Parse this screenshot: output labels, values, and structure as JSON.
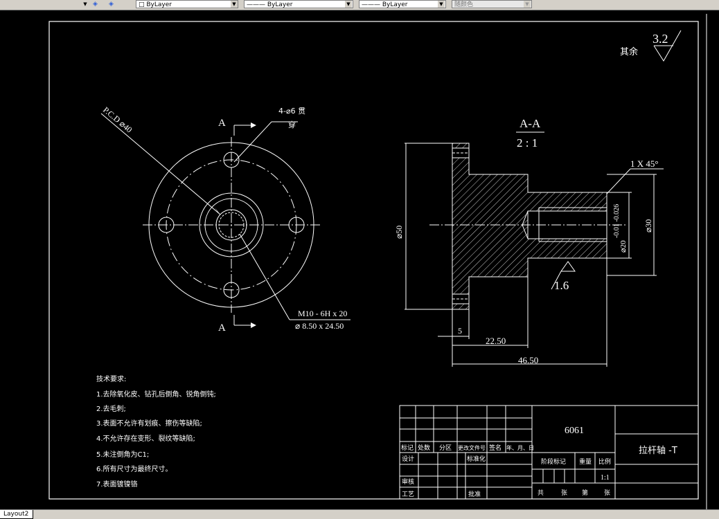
{
  "toolbar": {
    "layer_value": "ByLayer",
    "linetype_value": "ByLayer",
    "lineweight_value": "ByLayer",
    "color_value": "随颜色"
  },
  "drawing": {
    "roughness_prefix": "其余",
    "roughness_value": "3.2",
    "pcd_label": "P.C.D ⌀40",
    "holes_label_line1": "4-⌀6 贯",
    "holes_label_line2": "穿",
    "section_mark_top": "A",
    "section_mark_bottom": "A",
    "thread_label_line1": "M10 - 6H x 20",
    "thread_label_line2": "⌀ 8.50 x 24.50",
    "section_title": "A-A",
    "section_scale": "2 : 1",
    "chamfer_label": "1 X 45°",
    "dim_dia50": "⌀50",
    "dim_dia20": "⌀20",
    "dim_tol": "-0.01 -0.026",
    "dim_dia30": "⌀30",
    "surface_label": "1.6",
    "dim_5": "5",
    "dim_22": "22.50",
    "dim_46": "46.50",
    "tech_title": "技术要求:",
    "tech_items": [
      "1.去除氧化皮、钻孔后倒角、锐角倒钝;",
      "2.去毛刺;",
      "3.表面不允许有划痕、擦伤等缺陷;",
      "4.不允许存在变形、裂纹等缺陷;",
      "5.未注倒角为C1;",
      "6.所有尺寸为最终尺寸。",
      "7.表面镀镍铬"
    ]
  },
  "title_block": {
    "material": "6061",
    "part_name": "拉杆轴 -T",
    "header_cells": [
      "标记",
      "处数",
      "分区",
      "更改文件号",
      "签名",
      "年、月、日"
    ],
    "design": "设计",
    "standard": "标准化",
    "review": "审核",
    "process": "工艺",
    "approve": "批准",
    "stage_mark": "阶段标记",
    "weight": "重量",
    "scale_label": "比例",
    "scale_value": "1:1",
    "total": "共",
    "sheets": "张",
    "page": "第",
    "sheet2": "张"
  },
  "status": {
    "layout_tab": "Layout2"
  }
}
